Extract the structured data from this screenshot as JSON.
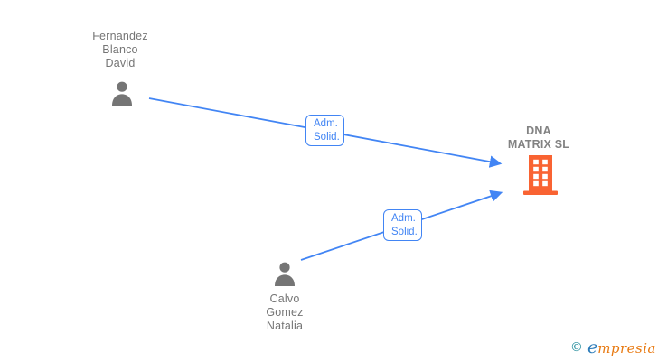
{
  "colors": {
    "edge_blue": "#4285f4",
    "person_name_gray": "#757575",
    "company_name_gray": "#828282",
    "person_icon_gray": "#757575",
    "building_orange": "#f96332",
    "watermark_copyright_teal": "#1e8a9a",
    "watermark_e_blue": "#2b7bb9",
    "watermark_text_orange": "#e87a12"
  },
  "nodes": {
    "person1": {
      "line1": "Fernandez",
      "line2": "Blanco",
      "line3": "David",
      "icon": "person-icon"
    },
    "person2": {
      "line1": "Calvo",
      "line2": "Gomez",
      "line3": "Natalia",
      "icon": "person-icon"
    },
    "company": {
      "line1": "DNA",
      "line2": "MATRIX  SL",
      "icon": "building-icon"
    }
  },
  "edges": {
    "edge1": {
      "from": "Fernandez Blanco David",
      "to": "DNA MATRIX SL",
      "label1": "Adm.",
      "label2": "Solid."
    },
    "edge2": {
      "from": "Calvo Gomez Natalia",
      "to": "DNA MATRIX SL",
      "label1": "Adm.",
      "label2": "Solid."
    }
  },
  "watermark": {
    "copyright": "©",
    "brand_initial": "e",
    "brand_rest": "mpresia"
  }
}
